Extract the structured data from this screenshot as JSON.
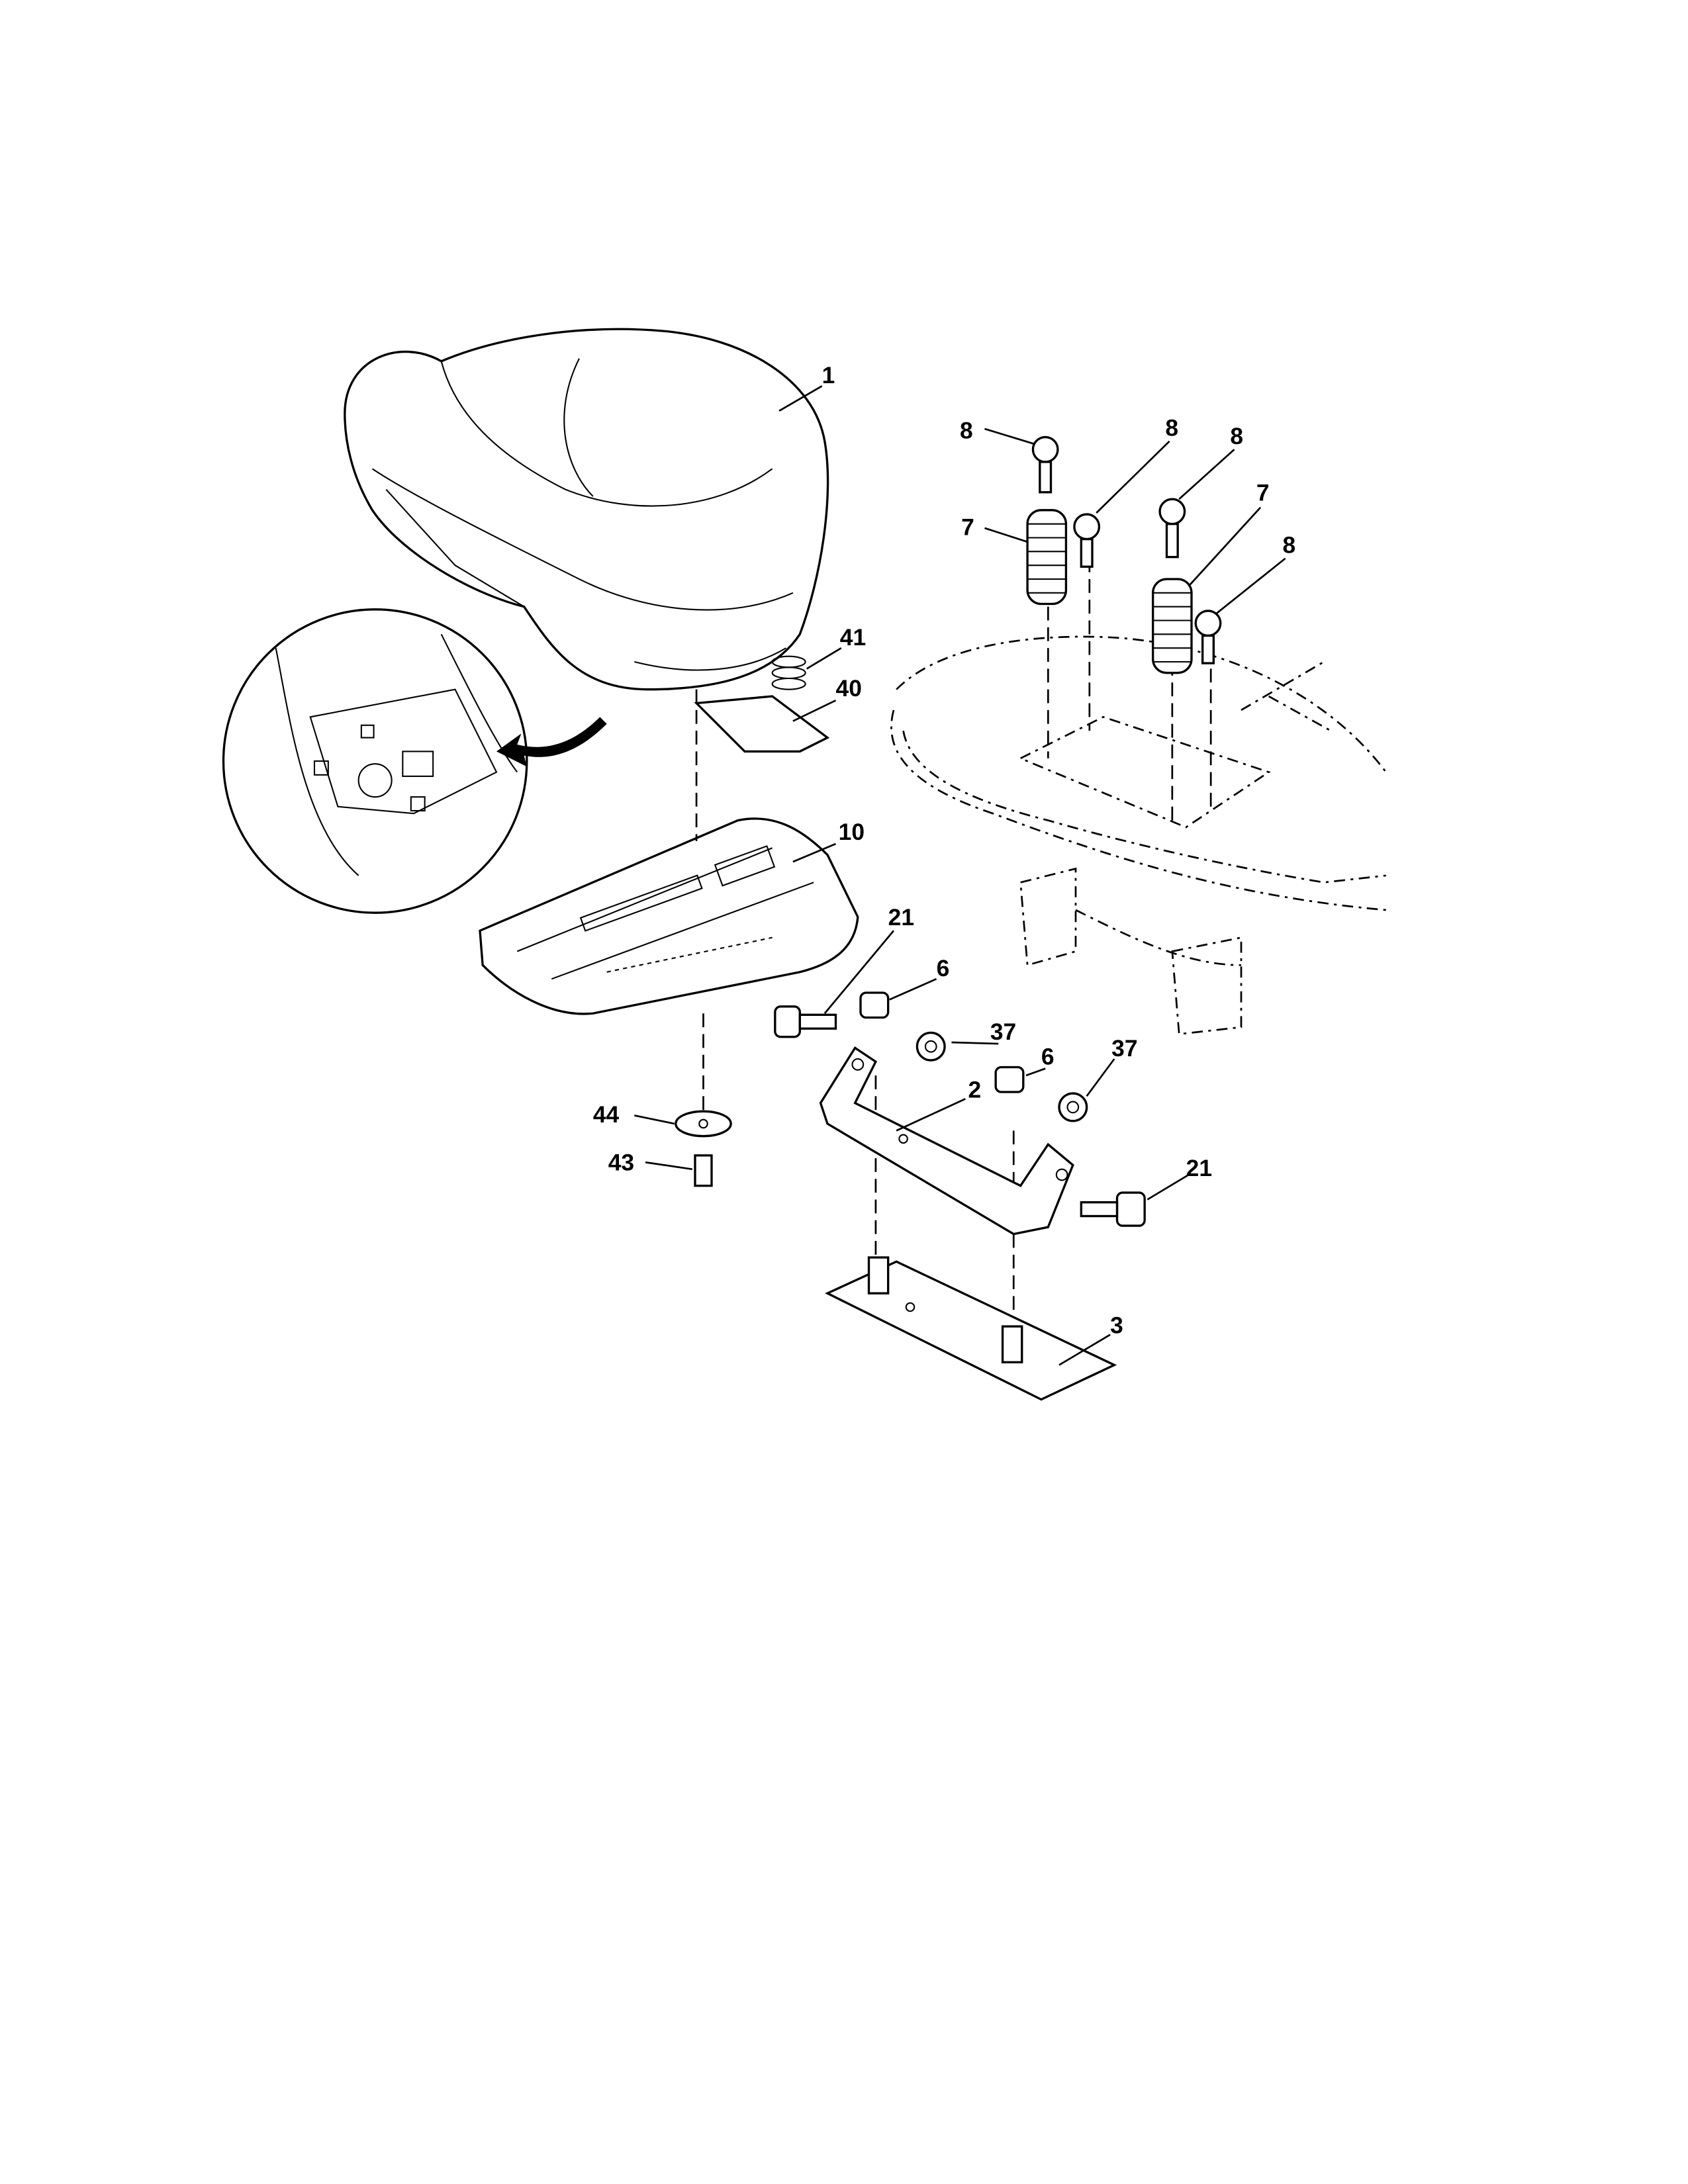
{
  "diagram": {
    "title": "Seat assembly exploded parts view",
    "callouts": [
      {
        "id": "c1",
        "text": "1"
      },
      {
        "id": "c8a",
        "text": "8"
      },
      {
        "id": "c8b",
        "text": "8"
      },
      {
        "id": "c8c",
        "text": "8"
      },
      {
        "id": "c7a",
        "text": "7"
      },
      {
        "id": "c7b",
        "text": "7"
      },
      {
        "id": "c8d",
        "text": "8"
      },
      {
        "id": "c41",
        "text": "41"
      },
      {
        "id": "c40",
        "text": "40"
      },
      {
        "id": "c10",
        "text": "10"
      },
      {
        "id": "c21a",
        "text": "21"
      },
      {
        "id": "c6a",
        "text": "6"
      },
      {
        "id": "c37a",
        "text": "37"
      },
      {
        "id": "c37b",
        "text": "37"
      },
      {
        "id": "c6b",
        "text": "6"
      },
      {
        "id": "c2",
        "text": "2"
      },
      {
        "id": "c44",
        "text": "44"
      },
      {
        "id": "c43",
        "text": "43"
      },
      {
        "id": "c21b",
        "text": "21"
      },
      {
        "id": "c3",
        "text": "3"
      }
    ]
  }
}
